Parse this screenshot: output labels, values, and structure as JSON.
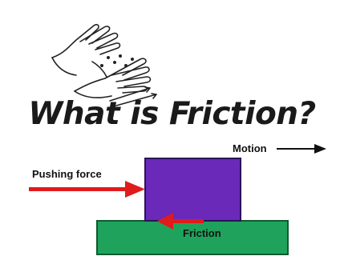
{
  "title": "What is Friction?",
  "labels": {
    "motion": "Motion",
    "pushing_force": "Pushing force",
    "friction": "Friction"
  },
  "colors": {
    "block": "#6a29b8",
    "surface": "#1fa35c",
    "force_arrow": "#e01b1b",
    "motion_arrow": "#111111"
  },
  "icons": {
    "illustration": "rubbing-hands-icon"
  }
}
